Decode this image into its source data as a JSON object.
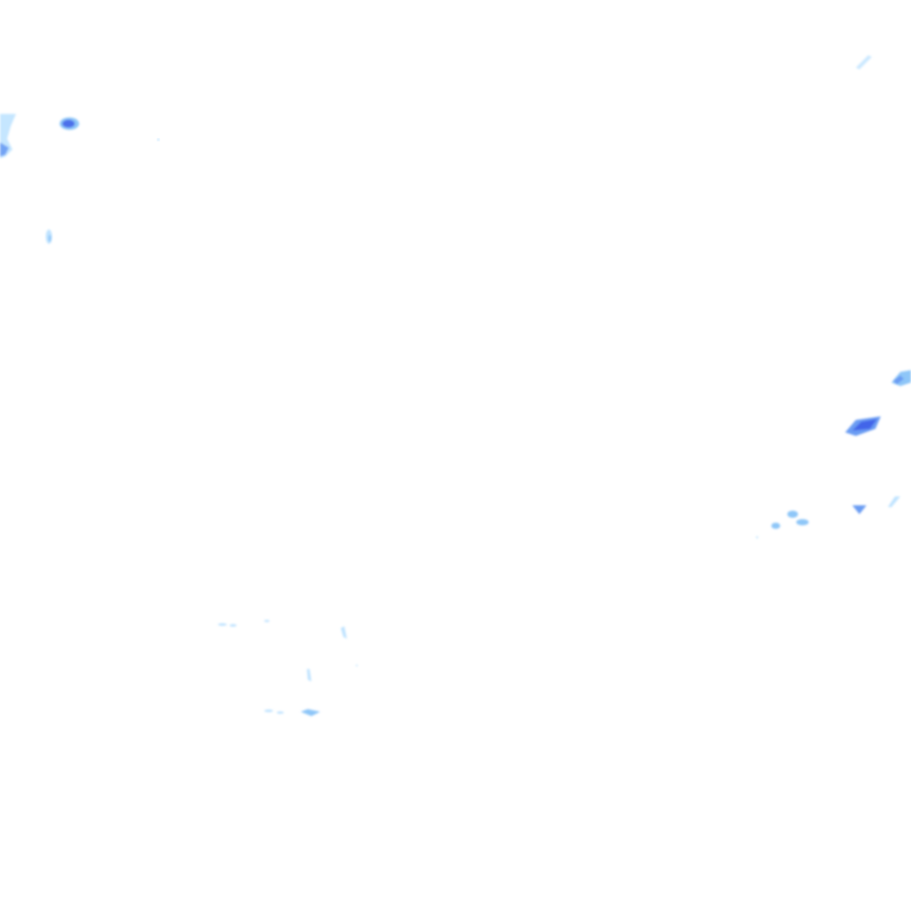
{
  "map": {
    "type": "precipitation-radar-overlay",
    "background": "#ffffff",
    "legend_colors": {
      "light": "#bfe3ff",
      "moderate": "#8ec6f8",
      "heavy": "#6a9cf3",
      "intense": "#3f5fe8"
    },
    "echoes": [
      {
        "name": "echo-northwest-edge",
        "intensity": "moderate"
      },
      {
        "name": "echo-northwest-core",
        "intensity": "intense"
      },
      {
        "name": "echo-northwest-cell",
        "intensity": "heavy"
      },
      {
        "name": "echo-west-small",
        "intensity": "light"
      },
      {
        "name": "echo-northeast-trace",
        "intensity": "light"
      },
      {
        "name": "echo-east-upper",
        "intensity": "heavy"
      },
      {
        "name": "echo-east-main",
        "intensity": "intense"
      },
      {
        "name": "echo-east-scattered",
        "intensity": "moderate"
      },
      {
        "name": "echo-south-traces",
        "intensity": "light"
      }
    ]
  }
}
